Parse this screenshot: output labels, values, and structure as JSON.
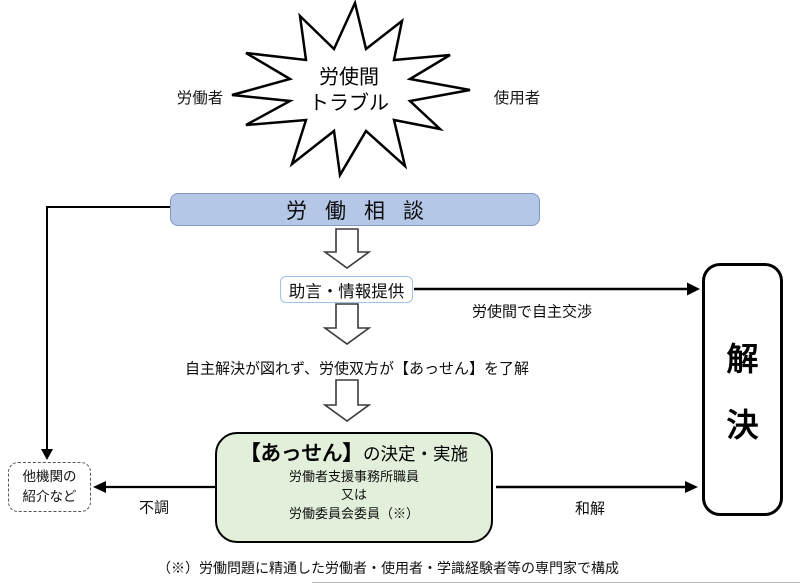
{
  "colors": {
    "consultation_bar_fill": "#b4c7e7",
    "consultation_bar_border": "#8499c0",
    "advice_box_border": "#9dc3e6",
    "assen_box_fill": "#e2efda",
    "line_color": "#000000"
  },
  "labels": {
    "worker": "労働者",
    "employer": "使用者"
  },
  "starburst": {
    "line1": "労使間",
    "line2": "トラブル"
  },
  "consultation_bar": {
    "label": "労働相談"
  },
  "advice_box": {
    "label": "助言・情報提供"
  },
  "flow": {
    "self_negotiation": "労使間で自主交渉",
    "agree_text": "自主解決が図れず、労使双方が【あっせん】を了解",
    "failure": "不調",
    "settlement": "和解"
  },
  "assen_box": {
    "title_emphasis": "【あっせん】",
    "title_rest": "の決定・実施",
    "staff_line1": "労働者支援事務所職員",
    "staff_line2": "又は",
    "staff_line3": "労働委員会委員（※）"
  },
  "other_org_box": {
    "line1": "他機関の",
    "line2": "紹介など"
  },
  "resolution_box": {
    "char1": "解",
    "char2": "決"
  },
  "footnote": "（※）労働問題に精通した労働者・使用者・学識経験者等の専門家で構成"
}
